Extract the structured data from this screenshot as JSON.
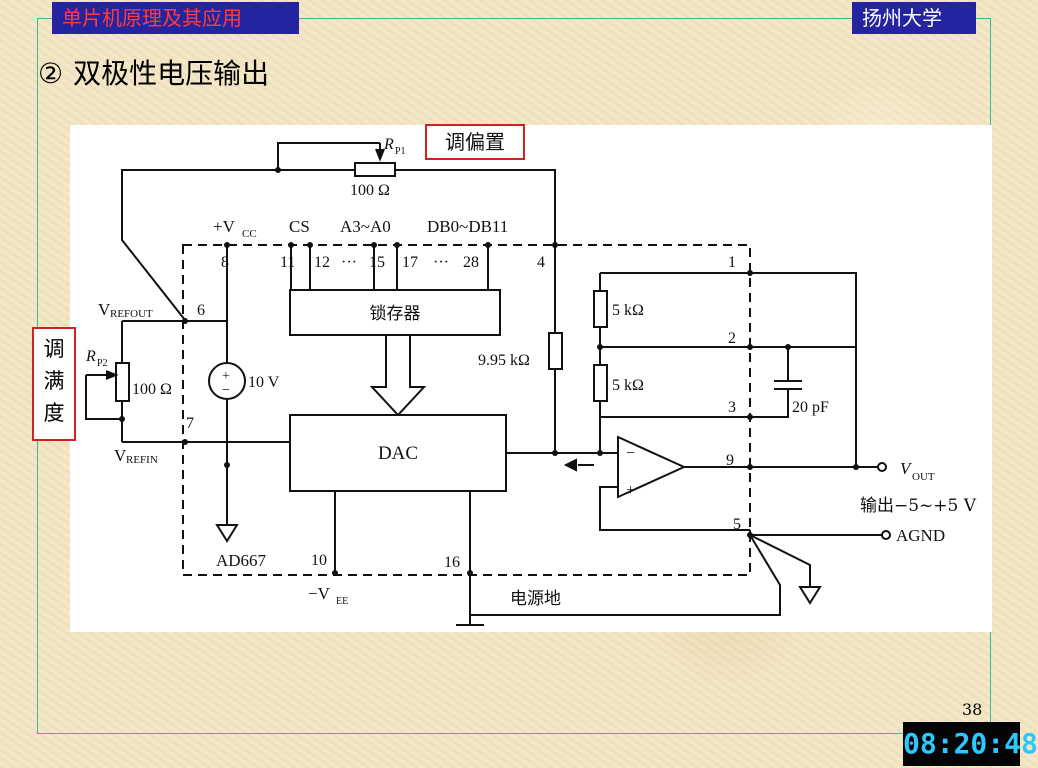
{
  "header": {
    "course_title": "单片机原理及其应用",
    "school": "扬州大学"
  },
  "slide": {
    "title_marker": "②",
    "title": "双极性电压输出",
    "page_number": "38",
    "clock": "08:20:48"
  },
  "diagram": {
    "callouts": {
      "offset_adjust": "调偏置",
      "fullscale_adjust": [
        "调",
        "满",
        "度"
      ]
    },
    "rp1": {
      "name": "R",
      "sub": "P1",
      "value": "100 Ω"
    },
    "rp2": {
      "name": "R",
      "sub": "P2",
      "value": "100 Ω"
    },
    "top_labels": {
      "vcc_plus": "+V",
      "vcc_sub": "CC",
      "cs": "CS",
      "addr": "A3~A0",
      "data": "DB0~DB11"
    },
    "pins": {
      "p8": "8",
      "p11": "11",
      "p12": "12",
      "p15": "15",
      "p17": "17",
      "p28": "28",
      "p4": "4",
      "p6": "6",
      "p7": "7",
      "p1": "1",
      "p2": "2",
      "p3": "3",
      "p9": "9",
      "p5": "5",
      "p10": "10",
      "p16": "16",
      "dots1": "···",
      "dots2": "···"
    },
    "labels": {
      "vrefout": "V",
      "vrefout_sub": "REFOUT",
      "vrefin": "V",
      "vrefin_sub": "REFIN",
      "latch": "锁存器",
      "dac": "DAC",
      "ref_voltage": "10 V",
      "r_offset": "9.95 kΩ",
      "r1": "5 kΩ",
      "r2": "5 kΩ",
      "cap": "20 pF",
      "vout": "V",
      "vout_sub": "OUT",
      "output_range": "输出−5~+5 V",
      "agnd": "AGND",
      "chip": "AD667",
      "vee": "−V",
      "vee_sub": "EE",
      "power_ground": "电源地",
      "plus": "+",
      "minus": "−"
    }
  }
}
